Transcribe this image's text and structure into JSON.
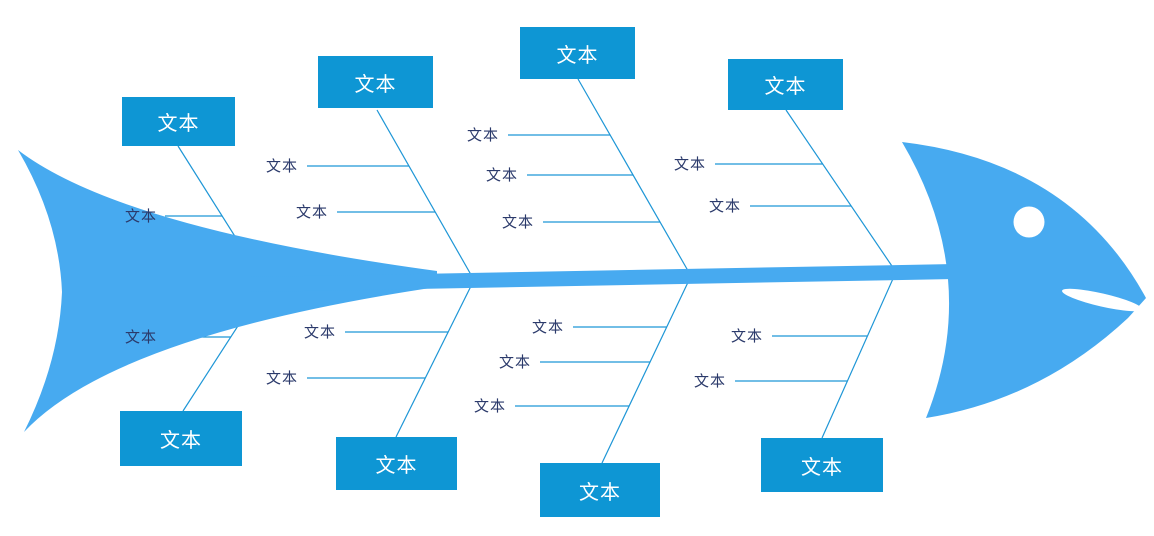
{
  "diagram": {
    "type": "fishbone",
    "branches": {
      "top": [
        {
          "label": "文本",
          "sub_labels": [
            "文本"
          ]
        },
        {
          "label": "文本",
          "sub_labels": [
            "文本",
            "文本"
          ]
        },
        {
          "label": "文本",
          "sub_labels": [
            "文本",
            "文本",
            "文本"
          ]
        },
        {
          "label": "文本",
          "sub_labels": [
            "文本",
            "文本"
          ]
        }
      ],
      "bottom": [
        {
          "label": "文本",
          "sub_labels": [
            "文本"
          ]
        },
        {
          "label": "文本",
          "sub_labels": [
            "文本",
            "文本"
          ]
        },
        {
          "label": "文本",
          "sub_labels": [
            "文本",
            "文本",
            "文本"
          ]
        },
        {
          "label": "文本",
          "sub_labels": [
            "文本",
            "文本"
          ]
        }
      ]
    },
    "colors": {
      "fish_body": "#47aaf0",
      "category_box": "#0e96d4",
      "bone_line": "#1e96d6",
      "sub_label_text": "#2b3a6b",
      "box_text": "#ffffff",
      "background": "#ffffff"
    }
  }
}
